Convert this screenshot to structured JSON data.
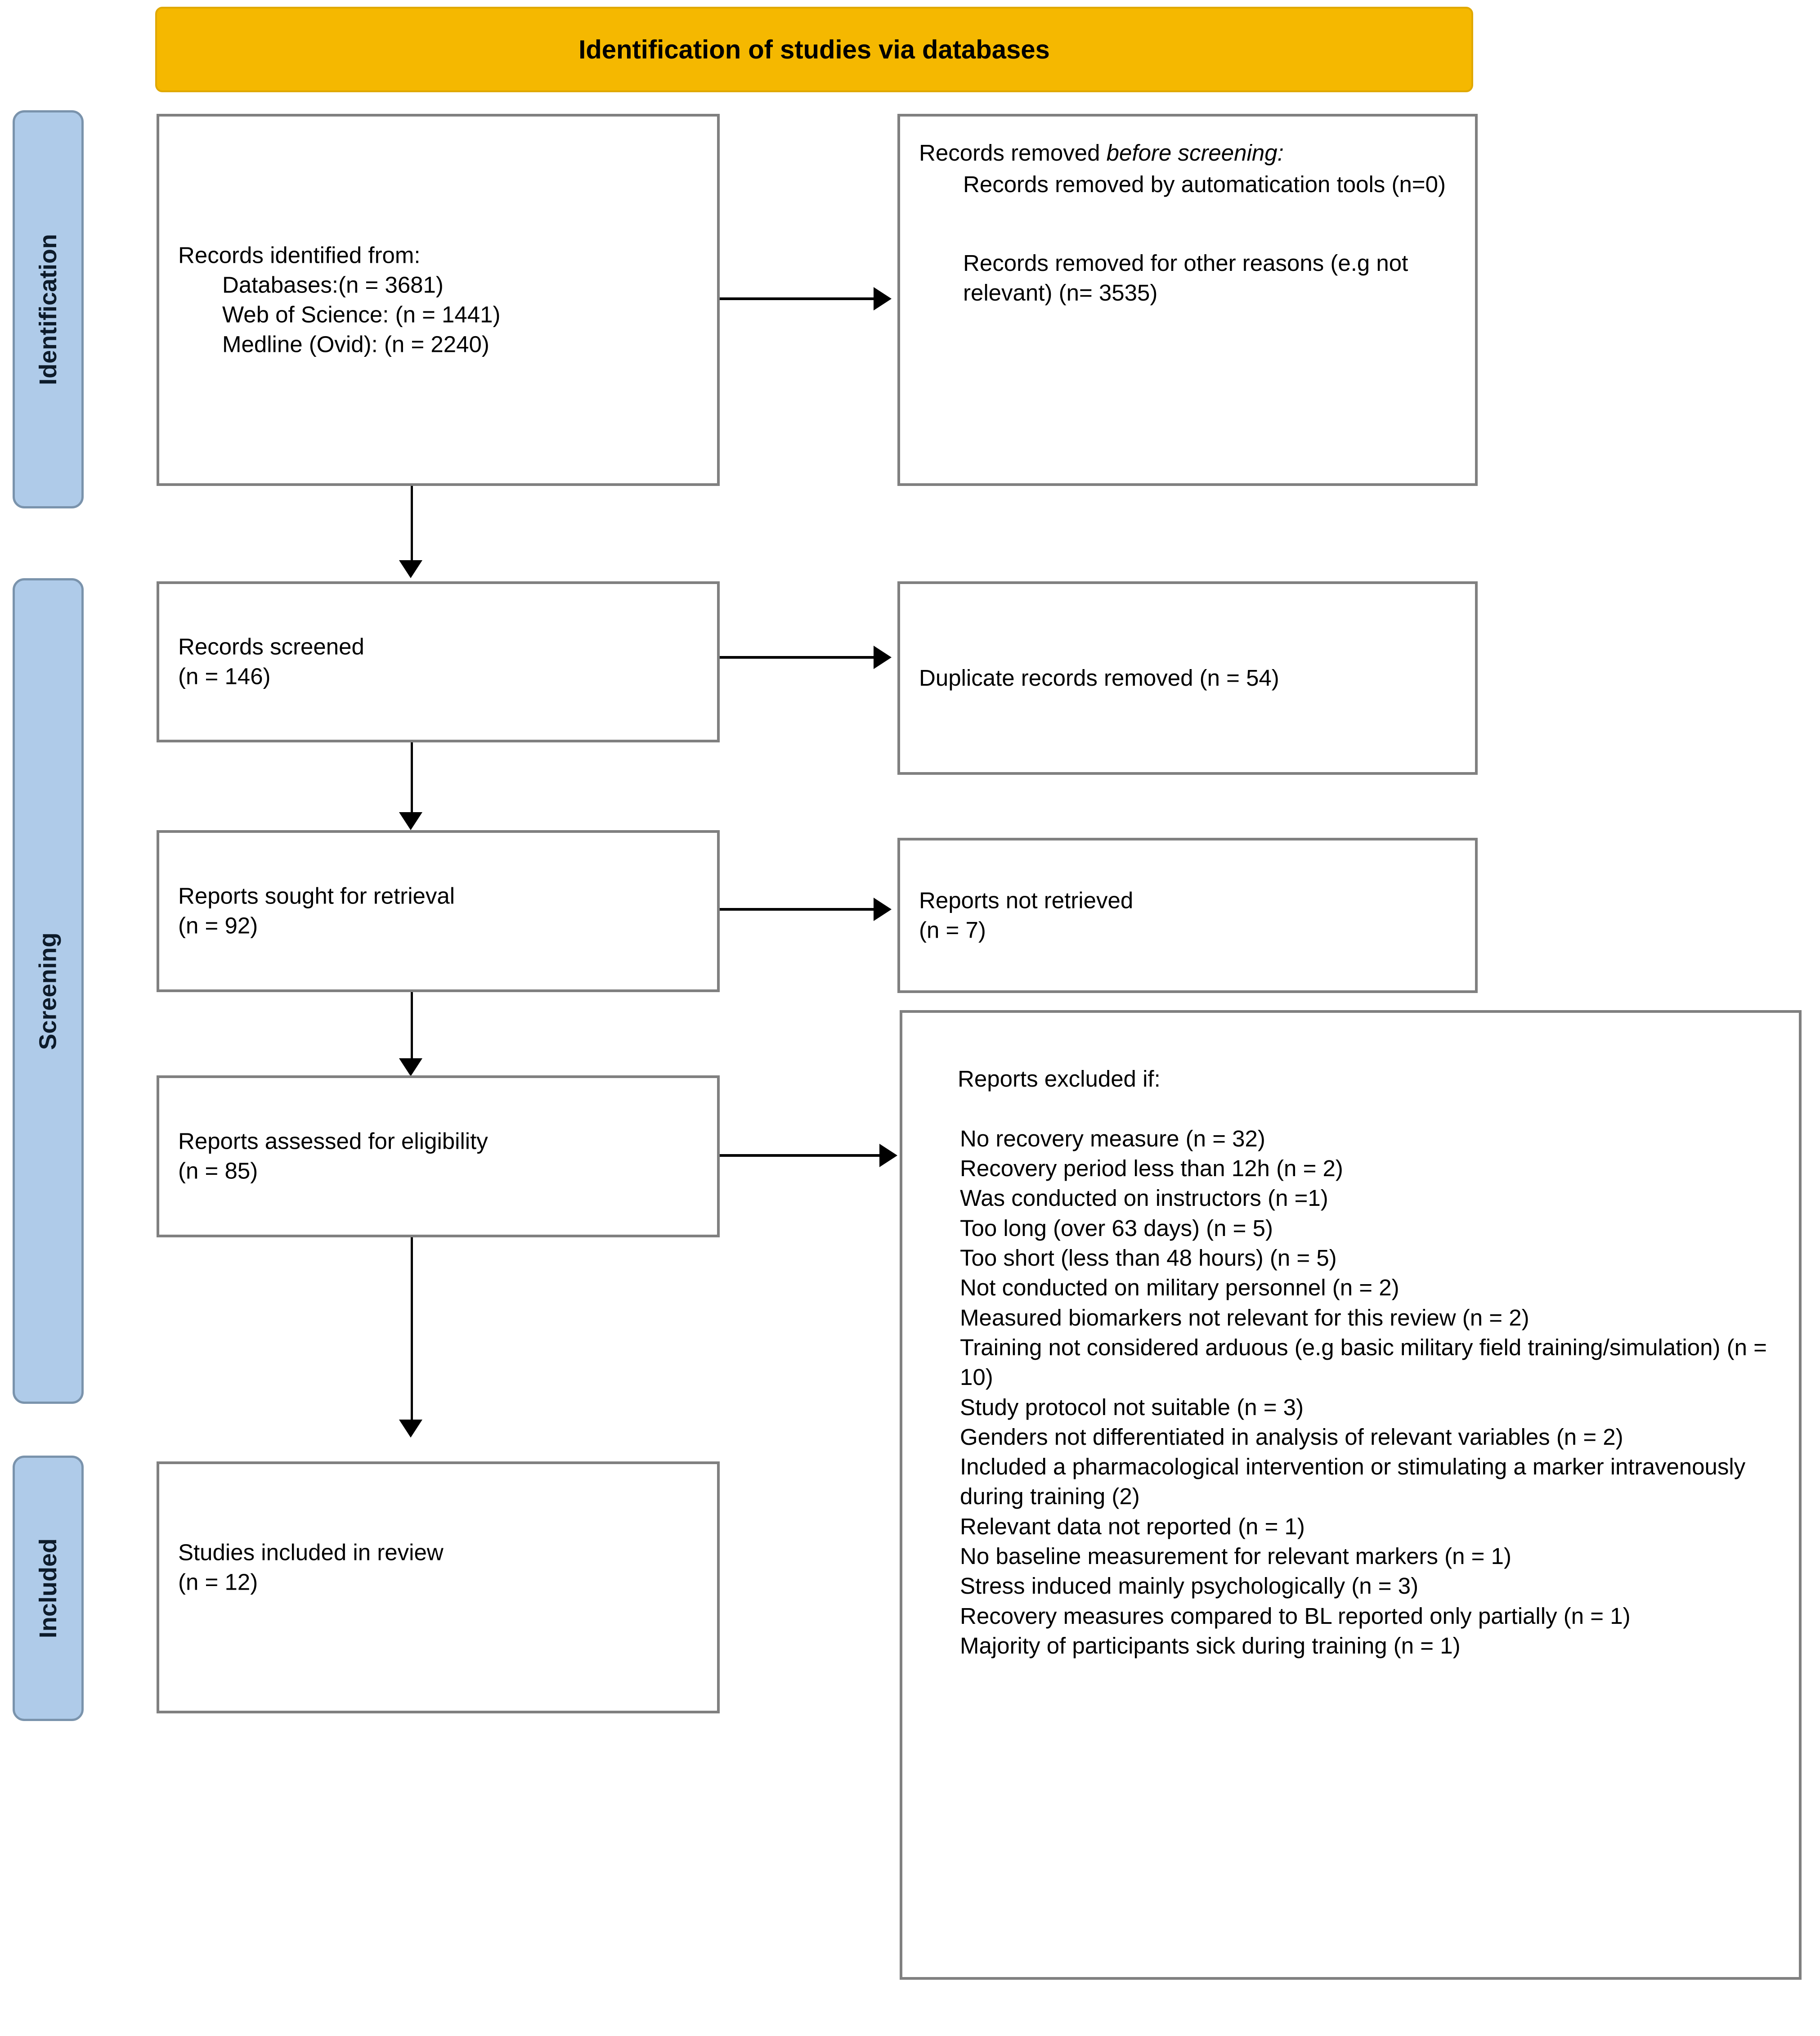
{
  "header": {
    "title": "Identification of studies via databases",
    "background_color": "#F5B800"
  },
  "stages": [
    {
      "label": "Identification"
    },
    {
      "label": "Screening"
    },
    {
      "label": "Included"
    }
  ],
  "colors": {
    "stage_fill": "#AFCBE9",
    "stage_border": "#7A93AC",
    "box_border": "#808080",
    "banner": "#F5B800",
    "text": "#000000"
  },
  "boxes": {
    "records_identified": {
      "line1": "Records identified from:",
      "line2": "Databases:(n = 3681)",
      "line3": "Web of Science: (n = 1441)",
      "line4": "Medline (Ovid): (n = 2240)"
    },
    "records_removed": {
      "lead_plain": "Records removed ",
      "lead_italic": "before screening",
      "lead_colon": ":",
      "item1": "Records removed by automatication tools (n=0)",
      "item2": "Records removed for other reasons (e.g not relevant) (n= 3535)"
    },
    "records_screened": {
      "line1": "Records screened",
      "line2": "(n = 146)"
    },
    "duplicates_removed": {
      "line1": "Duplicate records removed (n = 54)"
    },
    "reports_sought": {
      "line1": "Reports sought for retrieval",
      "line2": "(n = 92)"
    },
    "reports_not_retrieved": {
      "line1": "Reports not retrieved",
      "line2": "(n = 7)"
    },
    "reports_assessed": {
      "line1": "Reports assessed for eligibility",
      "line2": "(n = 85)"
    },
    "reports_excluded": {
      "heading": "Reports excluded if:",
      "items": [
        "No recovery measure (n = 32)",
        "Recovery period less than 12h (n = 2)",
        "Was conducted on instructors (n =1)",
        "Too long (over 63 days) (n = 5)",
        "Too short (less than 48 hours) (n = 5)",
        "Not conducted on military personnel (n = 2)",
        "Measured biomarkers not relevant for this review (n = 2)",
        "Training not considered arduous (e.g basic military field training/simulation) (n = 10)",
        "Study protocol not suitable (n = 3)",
        "Genders not differentiated in analysis of relevant variables (n = 2)",
        "Included a pharmacological intervention or stimulating a marker intravenously during training (2)",
        "Relevant data not reported (n = 1)",
        "No baseline measurement for relevant markers (n = 1)",
        "Stress induced mainly psychologically (n = 3)",
        "Recovery measures compared to BL reported only partially (n = 1)",
        "Majority of participants sick during training (n = 1)"
      ]
    },
    "studies_included": {
      "line1": "Studies included in review",
      "line2": "(n = 12)"
    }
  }
}
